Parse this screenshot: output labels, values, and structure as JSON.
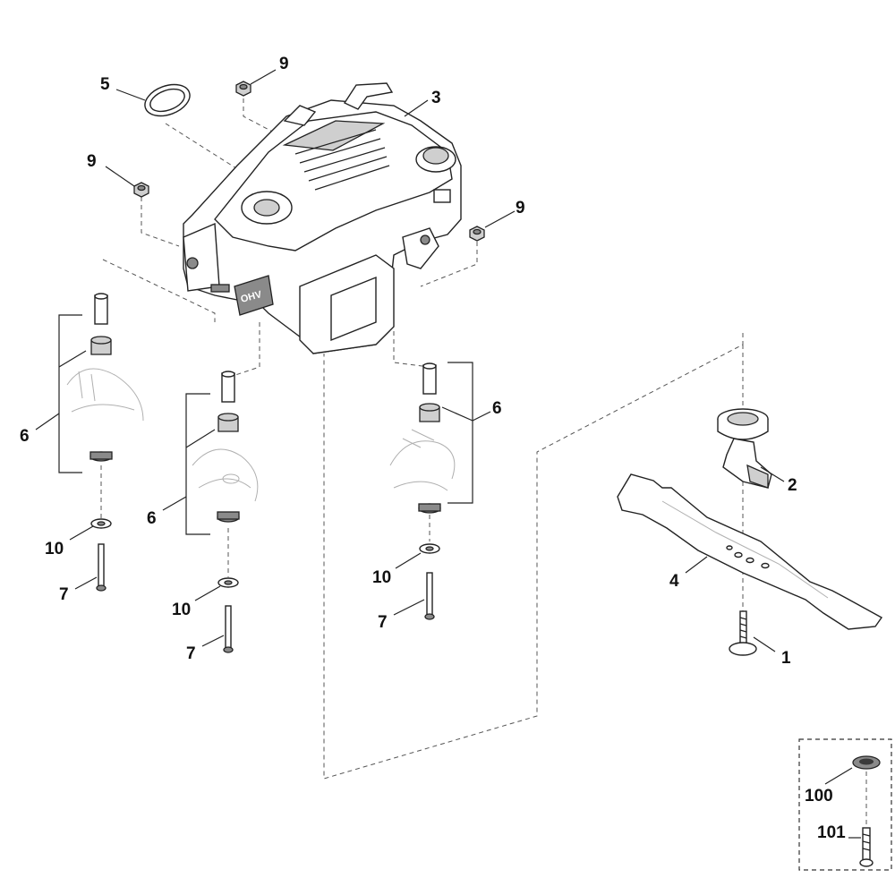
{
  "callouts": {
    "c1": "1",
    "c2": "2",
    "c3": "3",
    "c4": "4",
    "c5": "5",
    "c6a": "6",
    "c6b": "6",
    "c6c": "6",
    "c7a": "7",
    "c7b": "7",
    "c7c": "7",
    "c9a": "9",
    "c9b": "9",
    "c9c": "9",
    "c10a": "10",
    "c10b": "10",
    "c10c": "10",
    "c100": "100",
    "c101": "101"
  },
  "engine_badge": "OHV"
}
